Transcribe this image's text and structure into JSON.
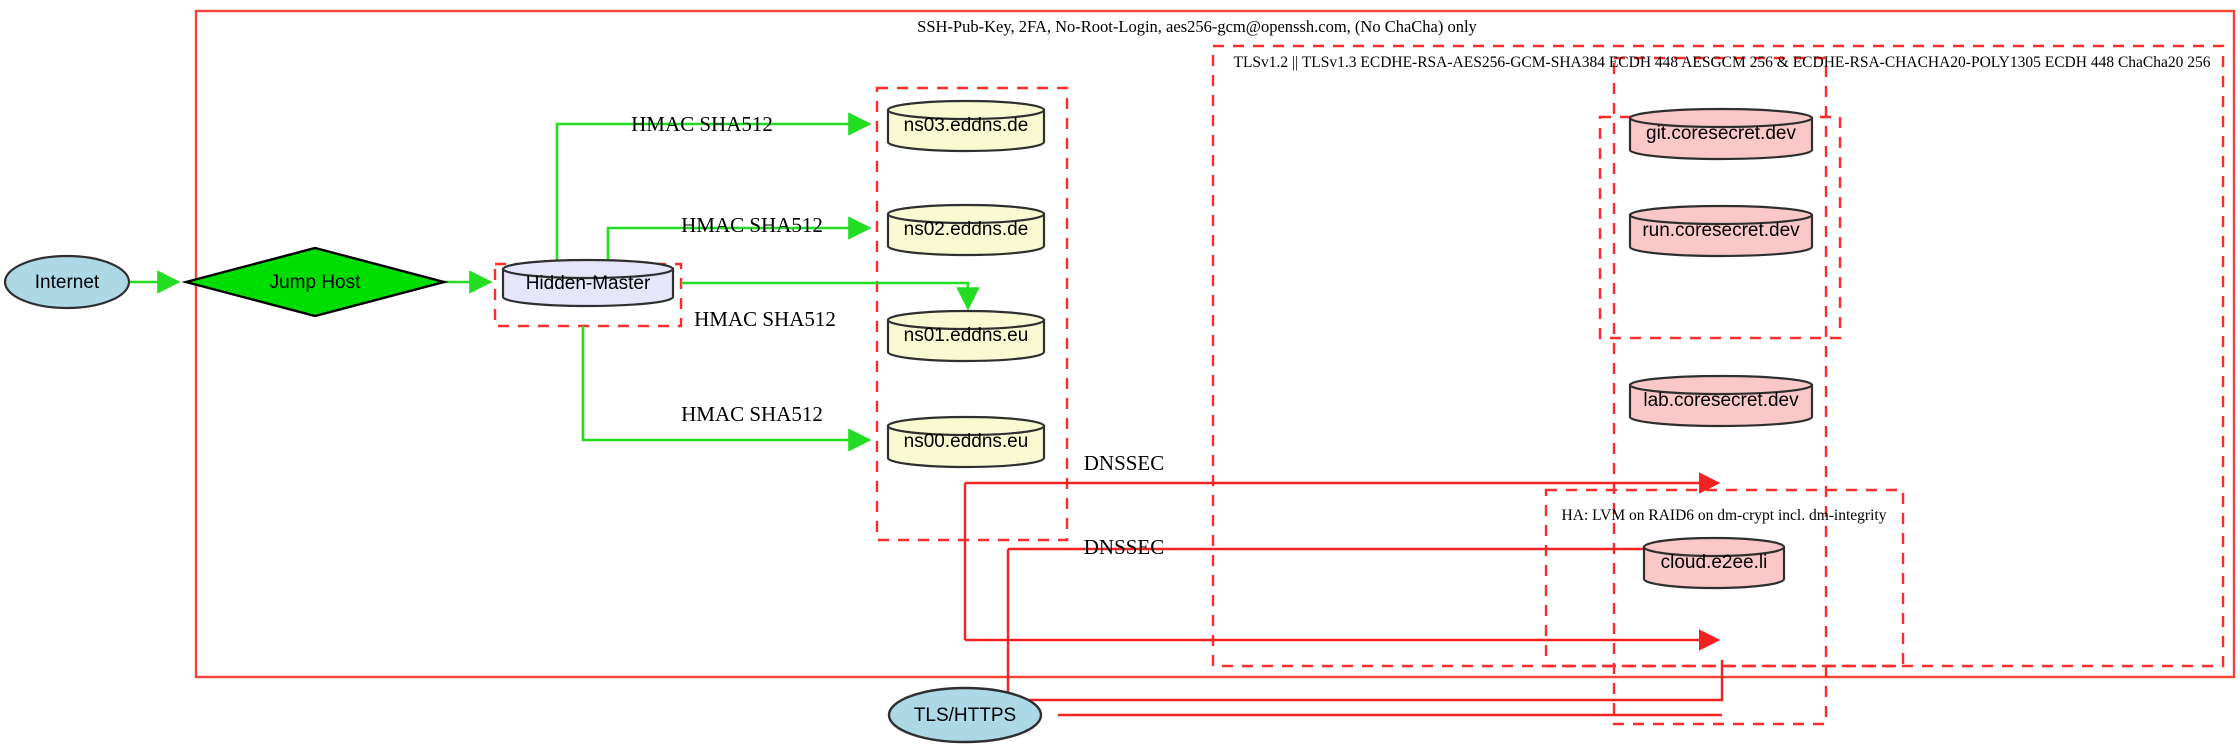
{
  "diagram": {
    "title_note": "SSH-Pub-Key, 2FA, No-Root-Login, aes256-gcm@openssh.com, (No ChaCha) only",
    "tls_note": "TLSv1.2 || TLSv1.3 ECDHE-RSA-AES256-GCM-SHA384 ECDH 448 AESGCM 256 & ECDHE-RSA-CHACHA20-POLY1305 ECDH 448 ChaCha20 256",
    "ha_note": "HA: LVM on RAID6 on dm-crypt incl. dm-integrity"
  },
  "nodes": {
    "internet": {
      "label": "Internet",
      "shape": "ellipse",
      "color": "#add8e6"
    },
    "jump_host": {
      "label": "Jump Host",
      "shape": "diamond",
      "color": "#00dd00"
    },
    "hidden_master": {
      "label": "Hidden-Master",
      "shape": "cylinder",
      "color": "#e6e6fa"
    },
    "tls_https": {
      "label": "TLS/HTTPS",
      "shape": "ellipse",
      "color": "#add8e6"
    },
    "ns03": {
      "label": "ns03.eddns.de",
      "shape": "cylinder",
      "color": "#fafad2"
    },
    "ns02": {
      "label": "ns02.eddns.de",
      "shape": "cylinder",
      "color": "#fafad2"
    },
    "ns01": {
      "label": "ns01.eddns.eu",
      "shape": "cylinder",
      "color": "#fafad2"
    },
    "ns00": {
      "label": "ns00.eddns.eu",
      "shape": "cylinder",
      "color": "#fafad2"
    },
    "git": {
      "label": "git.coresecret.dev",
      "shape": "cylinder",
      "color": "#fac8c8"
    },
    "run": {
      "label": "run.coresecret.dev",
      "shape": "cylinder",
      "color": "#fac8c8"
    },
    "lab": {
      "label": "lab.coresecret.dev",
      "shape": "cylinder",
      "color": "#fac8c8"
    },
    "cloud": {
      "label": "cloud.e2ee.li",
      "shape": "cylinder",
      "color": "#fac8c8"
    }
  },
  "edge_labels": {
    "hmac_ns03": "HMAC SHA512",
    "hmac_ns02": "HMAC SHA512",
    "hmac_ns01": "HMAC SHA512",
    "hmac_ns00": "HMAC SHA512",
    "dnssec_upper": "DNSSEC",
    "dnssec_lower": "DNSSEC"
  },
  "colors": {
    "red_border": "#f44336",
    "dashed_red": "#ff2a2a",
    "green_edge": "#22dd22",
    "red_edge": "#f22222",
    "node_stroke": "#2f2f2f"
  }
}
